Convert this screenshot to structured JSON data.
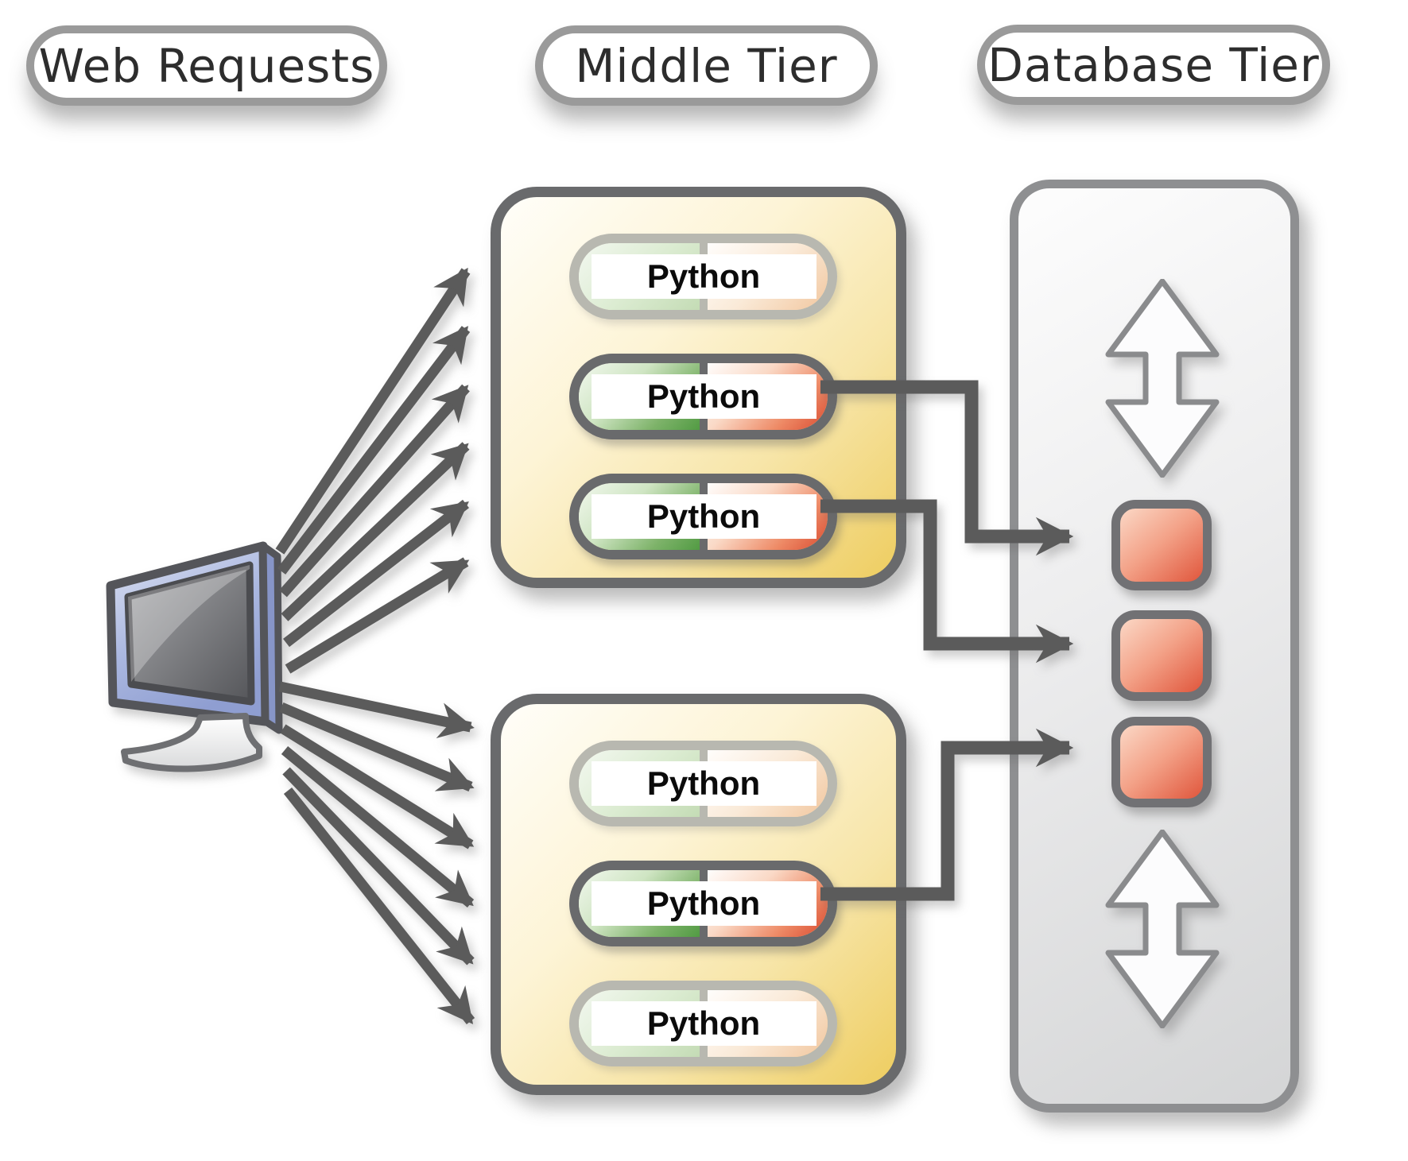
{
  "title_pills": {
    "web_requests": "Web Requests",
    "middle_tier": "Middle Tier",
    "database_tier": "Database Tier"
  },
  "middle_tier": {
    "servers": [
      {
        "name": "upper application server",
        "instances": [
          {
            "label": "Python",
            "state": "idle"
          },
          {
            "label": "Python",
            "state": "active"
          },
          {
            "label": "Python",
            "state": "active"
          }
        ]
      },
      {
        "name": "lower application server",
        "instances": [
          {
            "label": "Python",
            "state": "idle"
          },
          {
            "label": "Python",
            "state": "active"
          },
          {
            "label": "Python",
            "state": "idle"
          }
        ]
      }
    ]
  },
  "web_requests": {
    "arrow_count_upper": 6,
    "arrow_count_lower": 6
  },
  "database_tier": {
    "node_count": 3,
    "sync_arrow_count": 2
  },
  "colors": {
    "arrow_gray": "#5b5b5b",
    "box_border": "#696a6c",
    "server_gold": "#eecd60",
    "instance_green": "#4e9940",
    "instance_red": "#d94a30",
    "db_node_red": "#e0563c",
    "monitor_blue": "#93a2d3"
  }
}
